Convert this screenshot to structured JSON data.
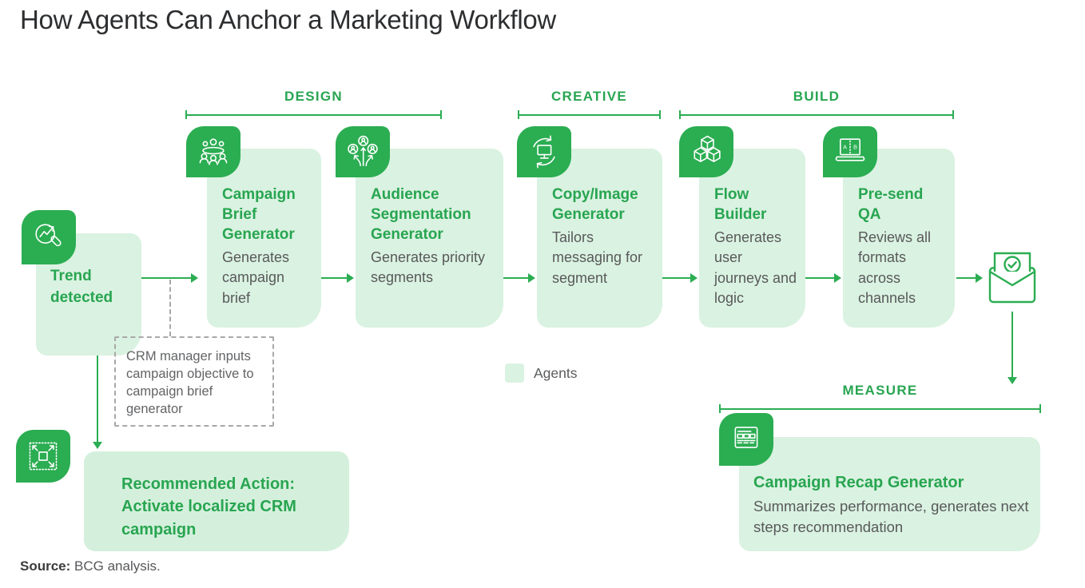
{
  "title": "How Agents Can Anchor a Marketing Workflow",
  "colors": {
    "green": "#2BAD52",
    "text_green": "#28A551",
    "light_green": "#DAF2E1",
    "action_green": "#D4F0DC",
    "body_text": "#58595B",
    "title_text": "#2D2E30",
    "note_text": "#636466",
    "dash_border": "#A8A8A8"
  },
  "phases": [
    {
      "label": "DESIGN"
    },
    {
      "label": "CREATIVE"
    },
    {
      "label": "BUILD"
    },
    {
      "label": "MEASURE"
    }
  ],
  "start": {
    "title": "Trend detected",
    "icon": "trend-magnifier-icon"
  },
  "cards": [
    {
      "title": "Campaign Brief Generator",
      "desc": "Generates campaign brief",
      "icon": "meeting-icon"
    },
    {
      "title": "Audience Segmentation Generator",
      "desc": "Generates priority segments",
      "icon": "audience-segments-icon"
    },
    {
      "title": "Copy/Image Generator",
      "desc": "Tailors messaging for segment",
      "icon": "display-cycle-icon"
    },
    {
      "title": "Flow Builder",
      "desc": "Generates user journeys and logic",
      "icon": "cubes-icon"
    },
    {
      "title": "Pre-send QA",
      "desc": "Reviews all formats across channels",
      "icon": "laptop-ab-icon"
    }
  ],
  "note": {
    "text": "CRM manager inputs campaign objective to campaign brief generator"
  },
  "legend": {
    "label": "Agents",
    "swatch_color": "#DAF2E1"
  },
  "recommended_action": {
    "line1": "Recommended Action:",
    "line2": "Activate localized CRM campaign",
    "icon": "expand-icon"
  },
  "measure": {
    "card": {
      "title": "Campaign Recap Generator",
      "desc": "Summarizes performance, generates next steps recommendation",
      "icon": "report-icon"
    }
  },
  "mail": {
    "icon": "envelope-check-icon"
  },
  "source": {
    "label": "Source:",
    "text": "BCG analysis."
  }
}
